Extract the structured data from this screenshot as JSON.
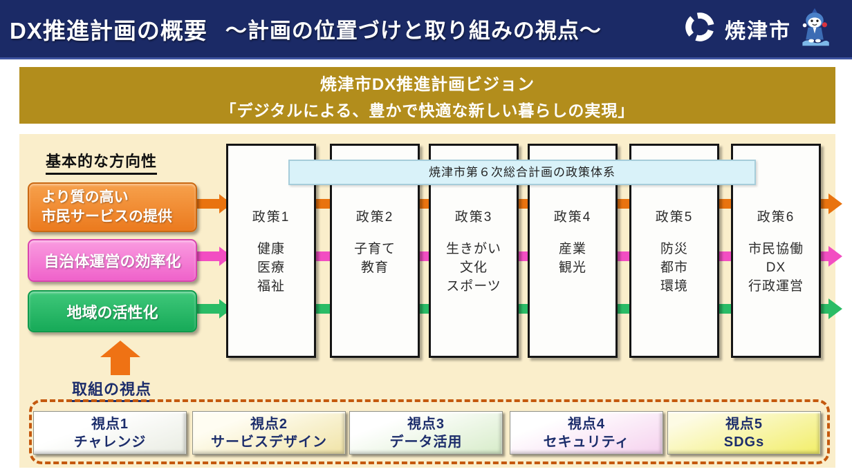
{
  "header": {
    "title_main": "DX推進計画の概要",
    "title_sub": "～計画の位置づけと取り組みの視点～",
    "city_name": "焼津市"
  },
  "vision": {
    "line1": "焼津市DX推進計画ビジョン",
    "line2": "「デジタルによる、豊かで快適な新しい暮らしの実現」"
  },
  "main": {
    "directions_heading": "基本的な方向性",
    "directions": [
      {
        "label_lines": [
          "より質の高い",
          "市民サービスの提供"
        ],
        "color": "#eb7a1e"
      },
      {
        "label_lines": [
          "自治体運営の効率化"
        ],
        "color": "#ef62ca"
      },
      {
        "label_lines": [
          "地域の活性化"
        ],
        "color": "#17aa58"
      }
    ],
    "policy_banner": "焼津市第６次総合計画の政策体系",
    "policies": [
      {
        "number": "政策1",
        "fields": [
          "健康",
          "医療",
          "福祉"
        ]
      },
      {
        "number": "政策2",
        "fields": [
          "子育て",
          "教育"
        ]
      },
      {
        "number": "政策3",
        "fields": [
          "生きがい",
          "文化",
          "スポーツ"
        ]
      },
      {
        "number": "政策4",
        "fields": [
          "産業",
          "観光"
        ]
      },
      {
        "number": "政策5",
        "fields": [
          "防災",
          "都市",
          "環境"
        ]
      },
      {
        "number": "政策6",
        "fields": [
          "市民協働",
          "DX",
          "行政運営"
        ]
      }
    ],
    "approach_heading": "取組の視点",
    "viewpoints": [
      {
        "number": "視点1",
        "label": "チャレンジ"
      },
      {
        "number": "視点2",
        "label": "サービスデザイン"
      },
      {
        "number": "視点3",
        "label": "データ活用"
      },
      {
        "number": "視点4",
        "label": "セキュリティ"
      },
      {
        "number": "視点5",
        "label": "SDGs"
      }
    ]
  },
  "colors": {
    "header_navy": "#1b2a66",
    "vision_gold": "#b28d1c",
    "panel_cream": "#faeecb",
    "flow_orange": "#e9730f",
    "flow_pink": "#f24ec2",
    "flow_green": "#2abc66",
    "policy_banner_blue": "#d9f2f9",
    "dashed_frame_orange": "#c4590e"
  }
}
